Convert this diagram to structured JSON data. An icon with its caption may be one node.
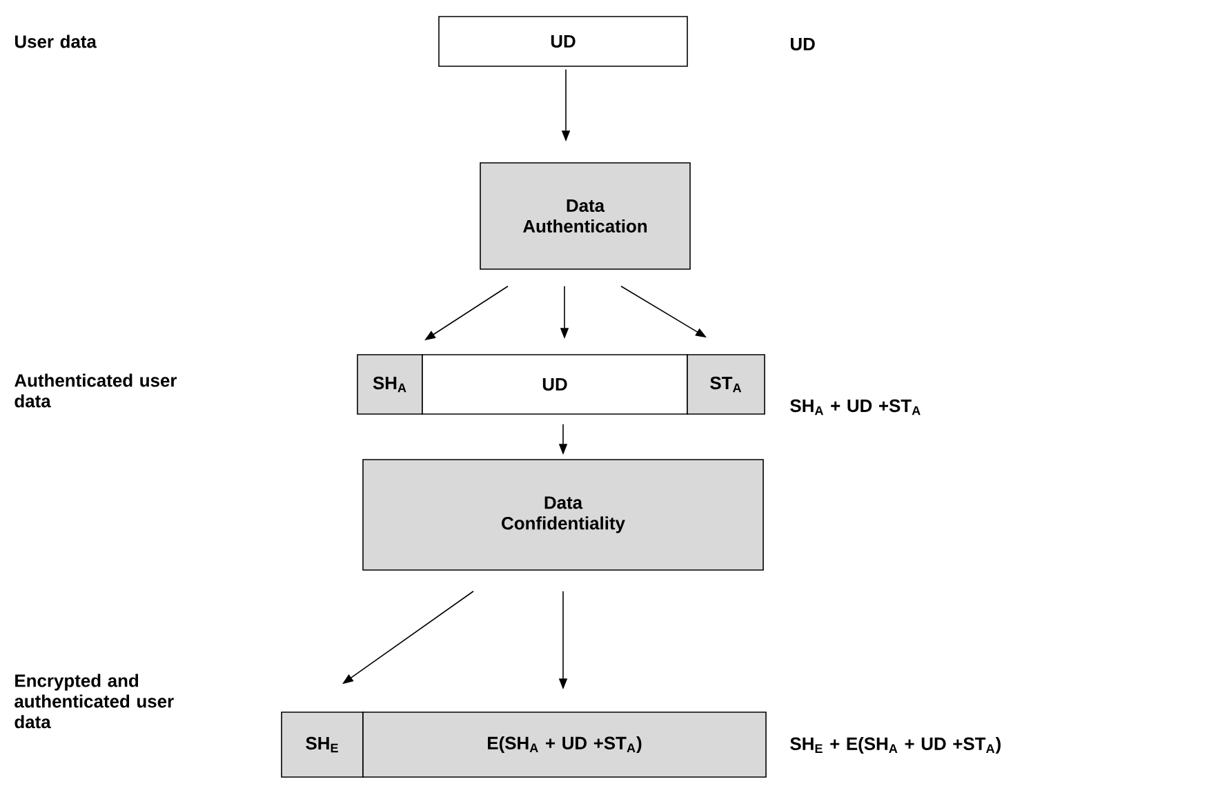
{
  "diagram": {
    "nodes": [
      {
        "text": [
          "UD"
        ]
      },
      {
        "text": [
          "Data Authentication"
        ]
      },
      {
        "text": [
          "SH$_{A}$"
        ]
      },
      {
        "text": [
          "UD"
        ]
      },
      {
        "text": [
          "ST$_{A}$"
        ]
      },
      {
        "text": [
          "Data Confidentiality"
        ]
      },
      {
        "text": [
          "SH$_{E}$"
        ]
      },
      {
        "text": [
          "E(SH$_{A}$ + UD +ST$_{A}$)"
        ]
      }
    ],
    "edges": [
      {
        "from": 0,
        "to": 1,
        "arrow": "to"
      },
      {
        "from": 1,
        "to": 2,
        "arrow": "to"
      },
      {
        "from": 1,
        "to": 3,
        "arrow": "to"
      },
      {
        "from": 1,
        "to": 4,
        "arrow": "to"
      },
      {
        "from": 3,
        "to": 5,
        "arrow": "to"
      },
      {
        "from": 5,
        "to": 6,
        "arrow": "to"
      },
      {
        "from": 5,
        "to": 7,
        "arrow": "to"
      }
    ],
    "labels": [
      "User data",
      "UD",
      "Authenticated user data",
      "SH$_{A}$ + UD +ST$_{A}$",
      "Encrypted and authenticated user data",
      "SH$_{E}$ + E(SH$_{A}$ + UD +ST$_{A}$)"
    ]
  }
}
